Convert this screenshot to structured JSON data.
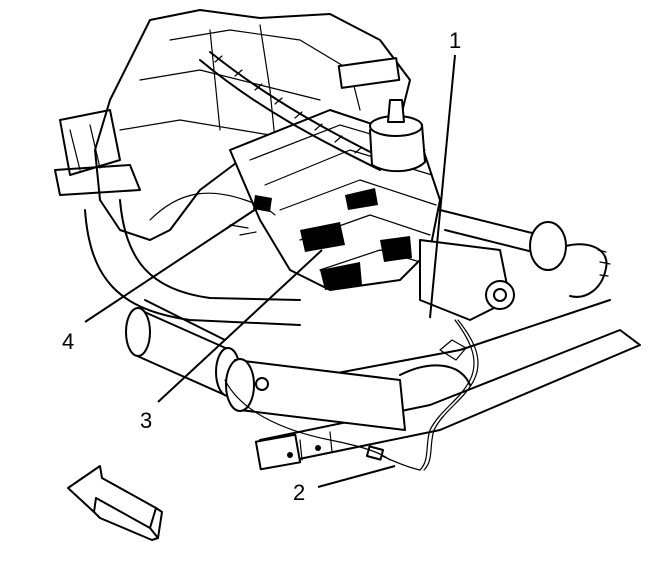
{
  "callouts": [
    {
      "id": "1",
      "label": "1"
    },
    {
      "id": "2",
      "label": "2"
    },
    {
      "id": "3",
      "label": "3"
    },
    {
      "id": "4",
      "label": "4"
    }
  ],
  "orientation_arrow_icon": "front-direction-arrow-icon"
}
